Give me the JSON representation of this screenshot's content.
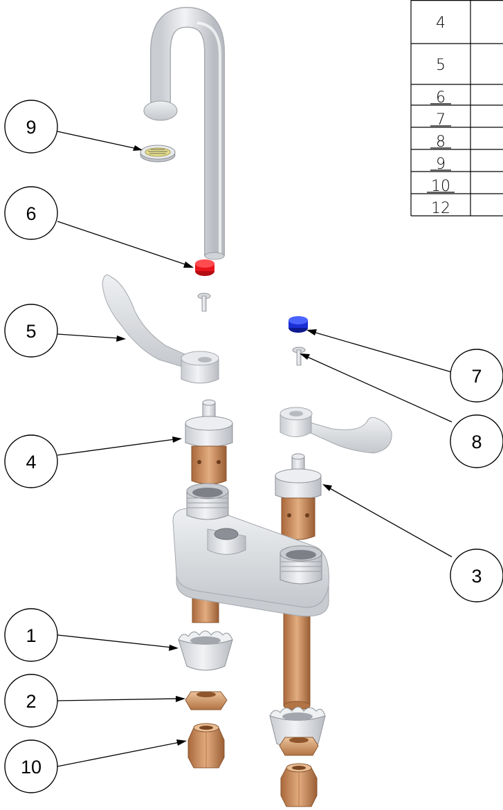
{
  "callouts": [
    {
      "id": "9",
      "label": "9"
    },
    {
      "id": "6",
      "label": "6"
    },
    {
      "id": "5",
      "label": "5"
    },
    {
      "id": "7",
      "label": "7"
    },
    {
      "id": "8",
      "label": "8"
    },
    {
      "id": "4",
      "label": "4"
    },
    {
      "id": "3",
      "label": "3"
    },
    {
      "id": "1",
      "label": "1"
    },
    {
      "id": "2",
      "label": "2"
    },
    {
      "id": "10",
      "label": "10"
    }
  ],
  "parts_table": {
    "rows": [
      "4",
      "5",
      "6",
      "7",
      "8",
      "9",
      "10",
      "12"
    ]
  },
  "colors": {
    "chrome": "#d9dce0",
    "brass": "#c98f5f",
    "hot_indicator": "#e8141c",
    "cold_indicator": "#1a2fd6"
  }
}
